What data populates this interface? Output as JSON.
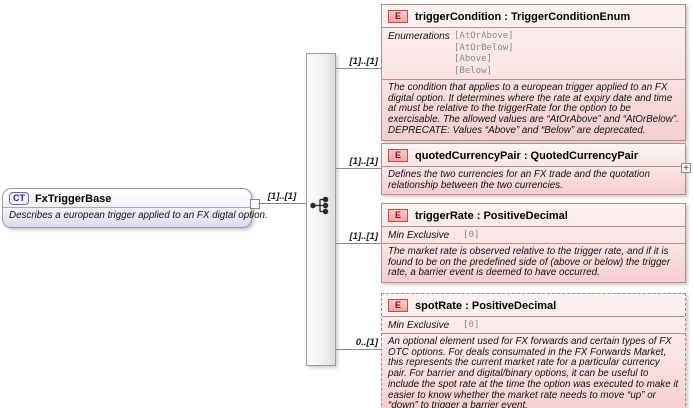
{
  "root": {
    "badge": "CT",
    "name": "FxTriggerBase",
    "doc": "Describes a european trigger applied to an FX digtal option."
  },
  "connector": {
    "label": "[1]..[1]"
  },
  "compositor": {
    "type": "sequence"
  },
  "expand_glyph": "+",
  "elements": [
    {
      "badge": "E",
      "title": "triggerCondition : TriggerConditionEnum",
      "cardinality": "[1]..[1]",
      "enumerations_label": "Enumerations",
      "enumerations": [
        "[AtOrAbove]",
        "[AtOrBelow]",
        "[Above]",
        "[Below]"
      ],
      "doc": "The condition that applies to a european trigger applied to an FX digital option. It determines where the rate at expiry date and time at must be relative to the triggerRate for the option to be exercisable. The allowed values are “AtOrAbove” and “AtOrBelow”. DEPRECATE: Values “Above” and “Below” are deprecated."
    },
    {
      "badge": "E",
      "title": "quotedCurrencyPair : QuotedCurrencyPair",
      "cardinality": "[1]..[1]",
      "doc": "Defines the two currencies for an FX trade and the quotation relationship between the two currencies."
    },
    {
      "badge": "E",
      "title": "triggerRate : PositiveDecimal",
      "cardinality": "[1]..[1]",
      "facet_label": "Min Exclusive",
      "facet_value": "[0]",
      "doc": "The market rate is observed relative to the trigger rate, and if it is found to be on the predefined side of (above or below) the trigger rate, a barrier event is deemed to have occurred."
    },
    {
      "badge": "E",
      "title": "spotRate : PositiveDecimal",
      "cardinality": "0..[1]",
      "facet_label": "Min Exclusive",
      "facet_value": "[0]",
      "doc": "An optional element used for FX forwards and certain types of FX OTC options. For deals consumated in the FX Forwards Market, this represents the current market rate for a particular currency pair. For barrier and digital/binary options, it can be useful to include the spot rate at the time the option was executed to make it easier to know whether the market rate needs to move “up” or “down” to trigger a barrier event."
    }
  ]
}
